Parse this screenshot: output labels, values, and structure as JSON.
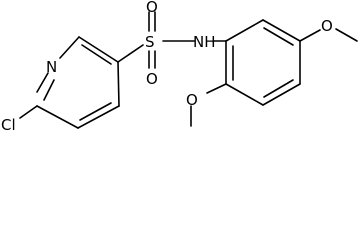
{
  "molecule": {
    "atoms": {
      "cl": "Cl",
      "n_pyridine": "N",
      "s": "S",
      "o_top": "O",
      "o_bottom": "O",
      "nh": "NH",
      "o_methoxy_top": "O",
      "o_methoxy_bottom": "O"
    }
  }
}
